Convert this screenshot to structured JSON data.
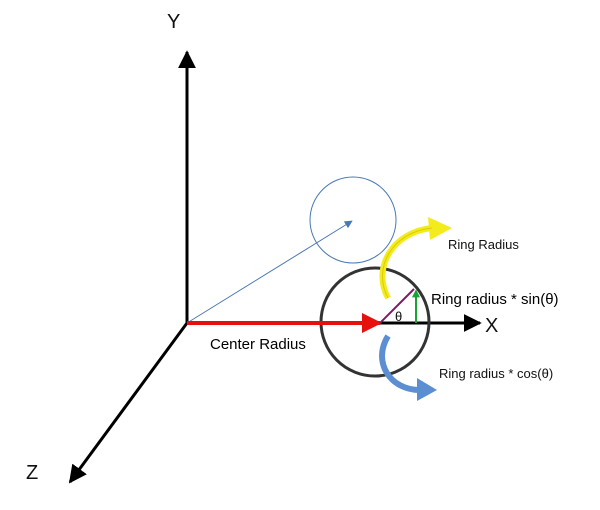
{
  "axes": {
    "y_label": "Y",
    "x_label": "X",
    "z_label": "Z"
  },
  "labels": {
    "center_radius": "Center Radius",
    "ring_radius": "Ring Radius",
    "ring_sin": "Ring radius * sin(θ)",
    "ring_cos": "Ring radius * cos(θ)",
    "theta": "θ"
  },
  "colors": {
    "axis": "#000000",
    "center_vector": "#e8100f",
    "faint_circle": "#4a78b5",
    "ring": "#333333",
    "yellow_arrow": "#f3eb1c",
    "blue_arrow": "#5b8fd1",
    "sin_segment": "#19a335",
    "hypotenuse": "#7a1e5e"
  }
}
